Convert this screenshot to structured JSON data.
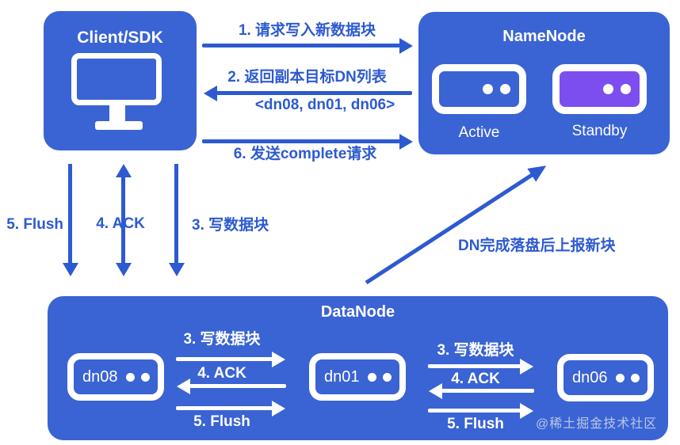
{
  "colors": {
    "box_blue": "#3A63D4",
    "accent_blue": "#2D5AD0",
    "standby_purple": "#7C4EF0",
    "white": "#FFFFFF"
  },
  "client": {
    "title": "Client/SDK"
  },
  "namenode": {
    "title": "NameNode",
    "nodes": [
      {
        "label": "Active"
      },
      {
        "label": "Standby"
      }
    ]
  },
  "client_namenode_flows": [
    {
      "step": "1. 请求写入新数据块",
      "direction": "right"
    },
    {
      "step": "2. 返回副本目标DN列表",
      "detail": "<dn08, dn01, dn06>",
      "direction": "left"
    },
    {
      "step": "6. 发送complete请求",
      "direction": "right"
    }
  ],
  "client_datanode_flows": [
    {
      "step": "5. Flush",
      "direction": "down"
    },
    {
      "step": "4. ACK",
      "direction": "both"
    },
    {
      "step": "3. 写数据块",
      "direction": "down"
    }
  ],
  "datanode_namenode_flow": {
    "step": "DN完成落盘后上报新块",
    "direction": "up-right"
  },
  "datanode": {
    "title": "DataNode",
    "nodes": [
      {
        "label": "dn08"
      },
      {
        "label": "dn01"
      },
      {
        "label": "dn06"
      }
    ],
    "pipeline": {
      "write": "3. 写数据块",
      "ack": "4. ACK",
      "flush": "5. Flush"
    }
  },
  "watermark": {
    "text": "@稀土掘金技术社区"
  }
}
